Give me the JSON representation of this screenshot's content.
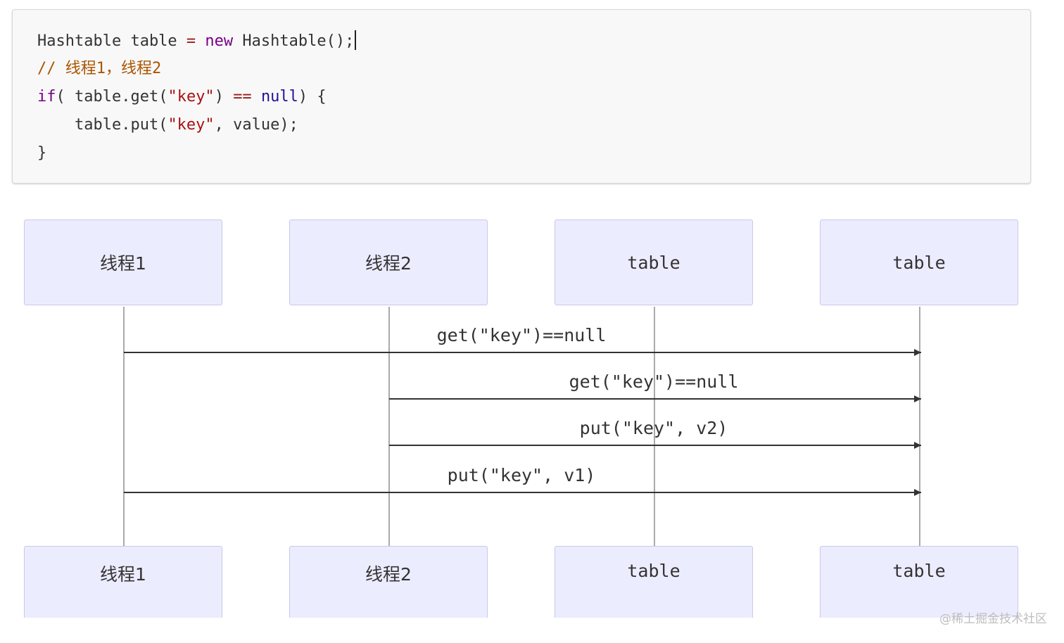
{
  "code": {
    "line1": {
      "a": "Hashtable table ",
      "op": "=",
      "b": " ",
      "kw": "new",
      "c": " Hashtable();"
    },
    "line2": {
      "comment": "// 线程1，线程2"
    },
    "line3": {
      "kw": "if",
      "a": "( table.get(",
      "str": "\"key\"",
      "b": ") ",
      "op": "==",
      "c": " ",
      "nul": "null",
      "d": ") {"
    },
    "line4": {
      "a": "    table.put(",
      "str": "\"key\"",
      "b": ", value);"
    },
    "line5": {
      "a": "}"
    }
  },
  "diagram": {
    "participants": [
      "线程1",
      "线程2",
      "table",
      "table"
    ],
    "messages": [
      {
        "label": "get(\"key\")==null",
        "from": 0,
        "to": 3
      },
      {
        "label": "get(\"key\")==null",
        "from": 1,
        "to": 3
      },
      {
        "label": "put(\"key\", v2)",
        "from": 1,
        "to": 3
      },
      {
        "label": "put(\"key\", v1)",
        "from": 0,
        "to": 3
      }
    ]
  },
  "watermark": "@稀土掘金技术社区",
  "colors": {
    "actor_fill": "#ececff",
    "actor_border": "#c8c8ea",
    "keyword": "#770088",
    "string": "#aa1111",
    "null": "#221199",
    "comment": "#aa5500",
    "arrow": "#333333"
  }
}
